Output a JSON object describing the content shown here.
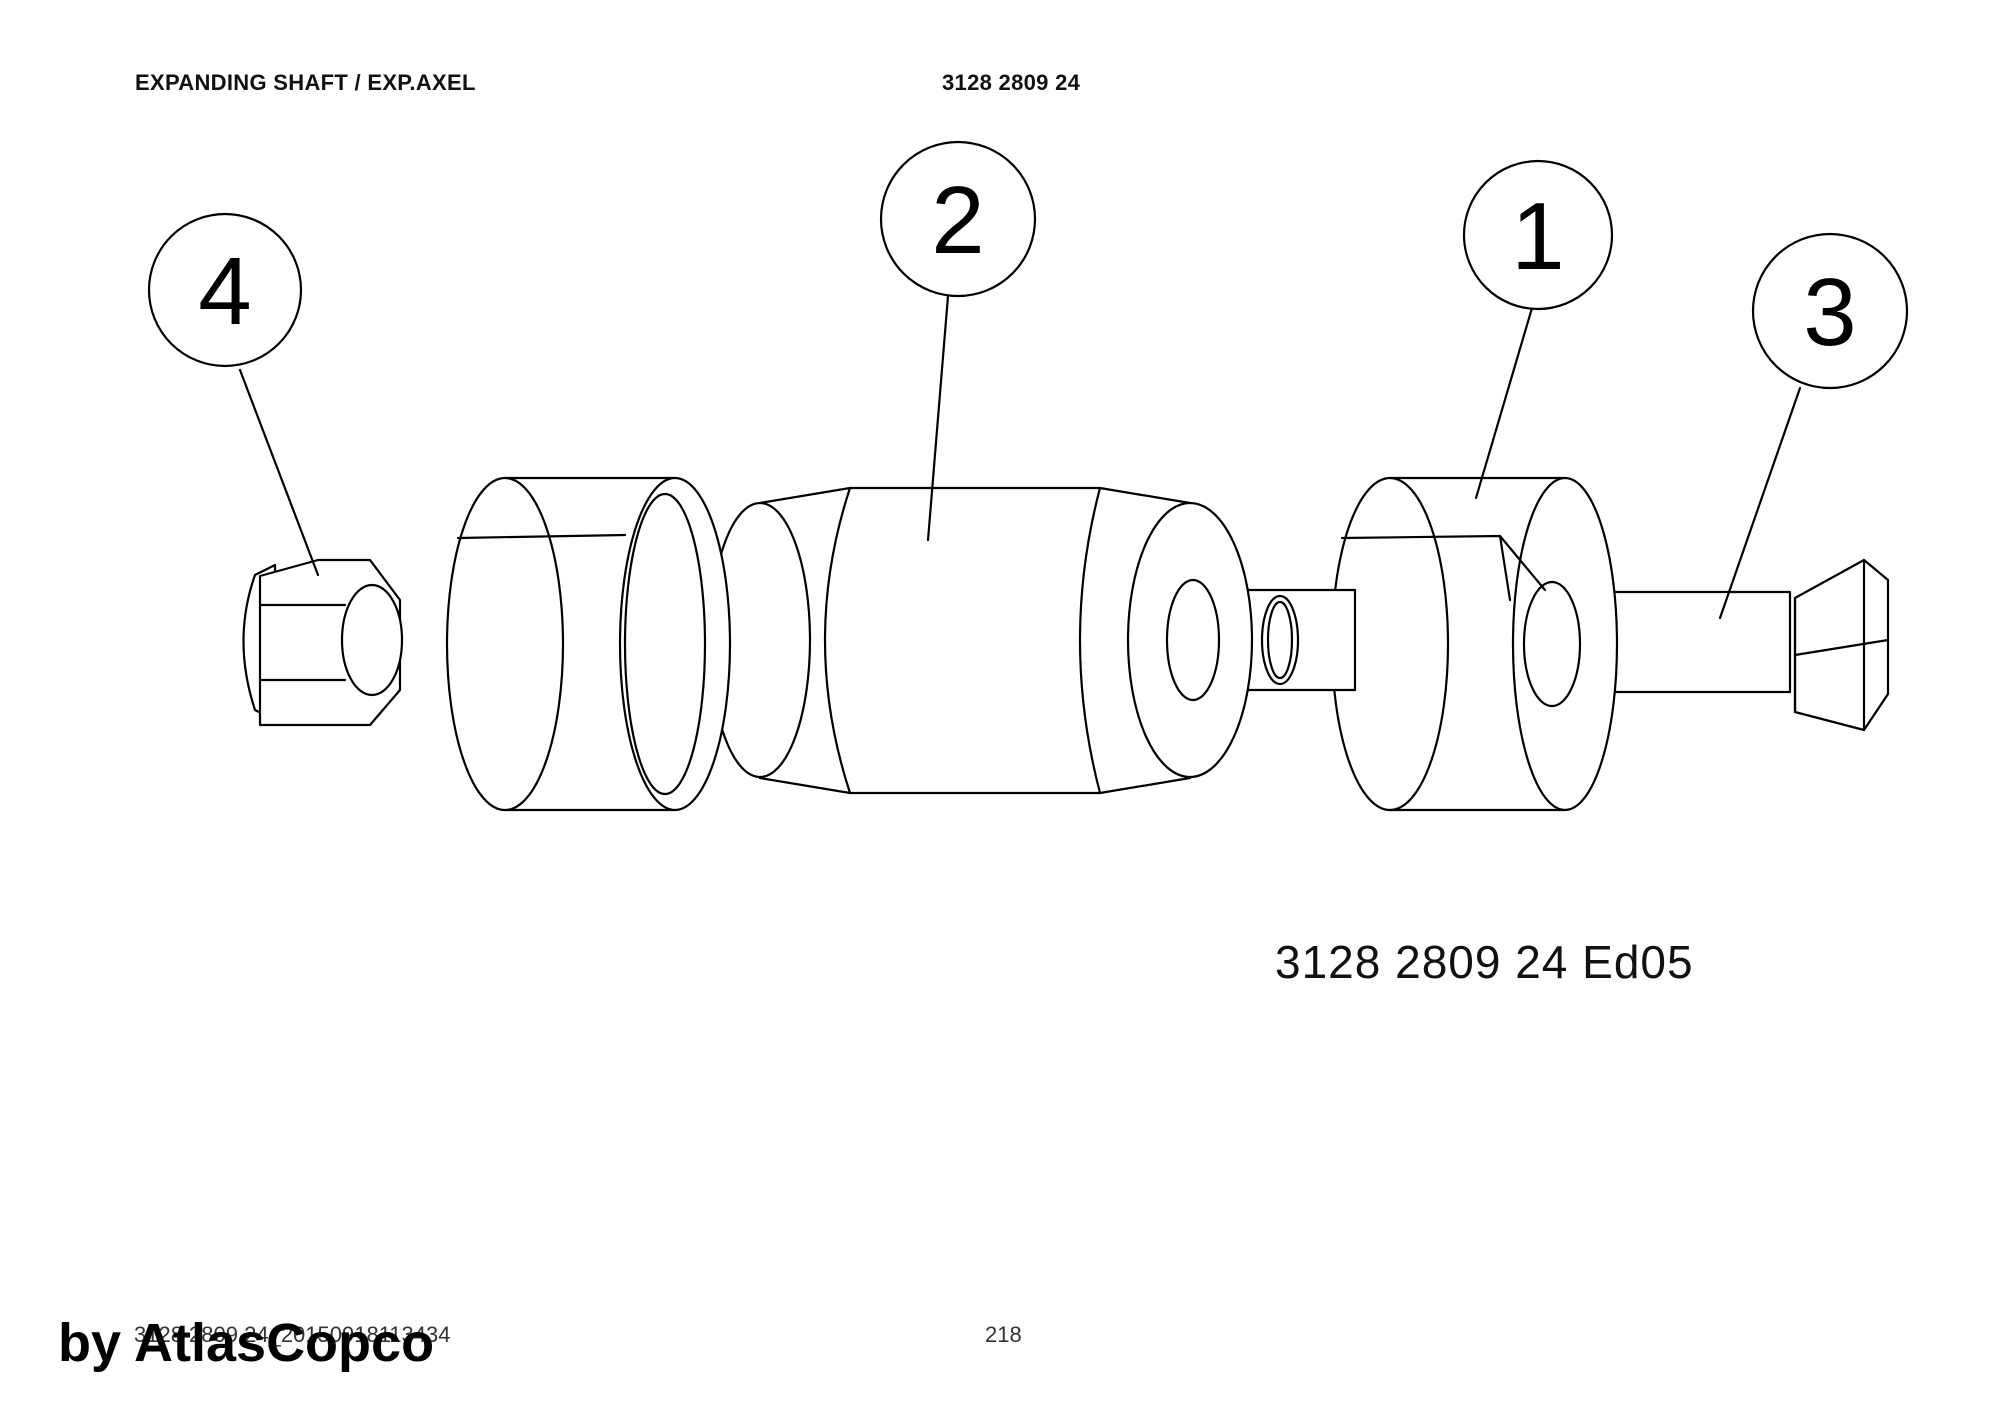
{
  "header": {
    "title": "EXPANDING SHAFT / EXP.AXEL",
    "part_number": "3128 2809 24"
  },
  "drawing": {
    "callouts": [
      {
        "id": "callout-4",
        "label": "4"
      },
      {
        "id": "callout-2",
        "label": "2"
      },
      {
        "id": "callout-1",
        "label": "1"
      },
      {
        "id": "callout-3",
        "label": "3"
      }
    ],
    "drawing_code": "3128 2809 24  Ed05"
  },
  "footer": {
    "document_id": "3128 2809 24_20150918113434",
    "page_number": "218",
    "watermark": "by AtlasCopco"
  }
}
